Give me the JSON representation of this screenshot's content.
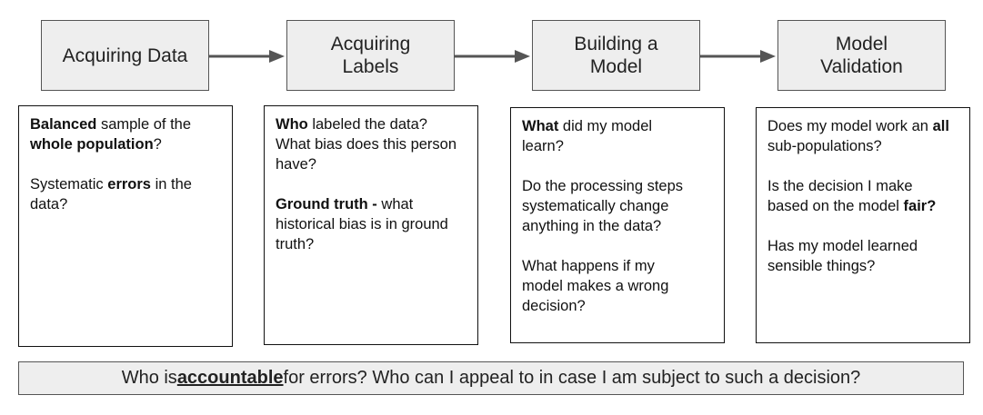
{
  "stages": [
    {
      "label": "Acquiring Data"
    },
    {
      "label": "Acquiring Labels"
    },
    {
      "label": "Building a Model"
    },
    {
      "label": "Model Validation"
    }
  ],
  "questions": [
    {
      "p1": {
        "b1": "Balanced",
        "t1": " sample of the ",
        "b2": "whole population",
        "t2": "?"
      },
      "p2": {
        "t1": "Systematic ",
        "b1": "errors",
        "t2": " in the data?"
      }
    },
    {
      "p1": {
        "b1": "Who",
        "t1": " labeled the data? What bias does this person have?"
      },
      "p2": {
        "b1": "Ground truth -",
        "t1": " what historical bias is in ground truth?"
      }
    },
    {
      "p1": {
        "b1": "What",
        "t1": " did my model learn?"
      },
      "p2": {
        "t1": "Do the processing steps systematically change anything in the data?"
      },
      "p3": {
        "t1": "What happens if my model makes a wrong decision?"
      }
    },
    {
      "p1": {
        "t1": "Does my model work an ",
        "b1": "all",
        "t2": " sub-populations?"
      },
      "p2": {
        "t1": "Is the decision I make based on the model ",
        "b1": "fair?"
      },
      "p3": {
        "t1": "Has my model learned sensible things?"
      }
    }
  ],
  "footer": {
    "t1": "Who is ",
    "b1": "accountable",
    "t2": " for errors? Who can I appeal to in case I am subject to such a decision?"
  },
  "colors": {
    "box_fill": "#eeeeee",
    "arrow": "#555555",
    "border": "#111111"
  }
}
